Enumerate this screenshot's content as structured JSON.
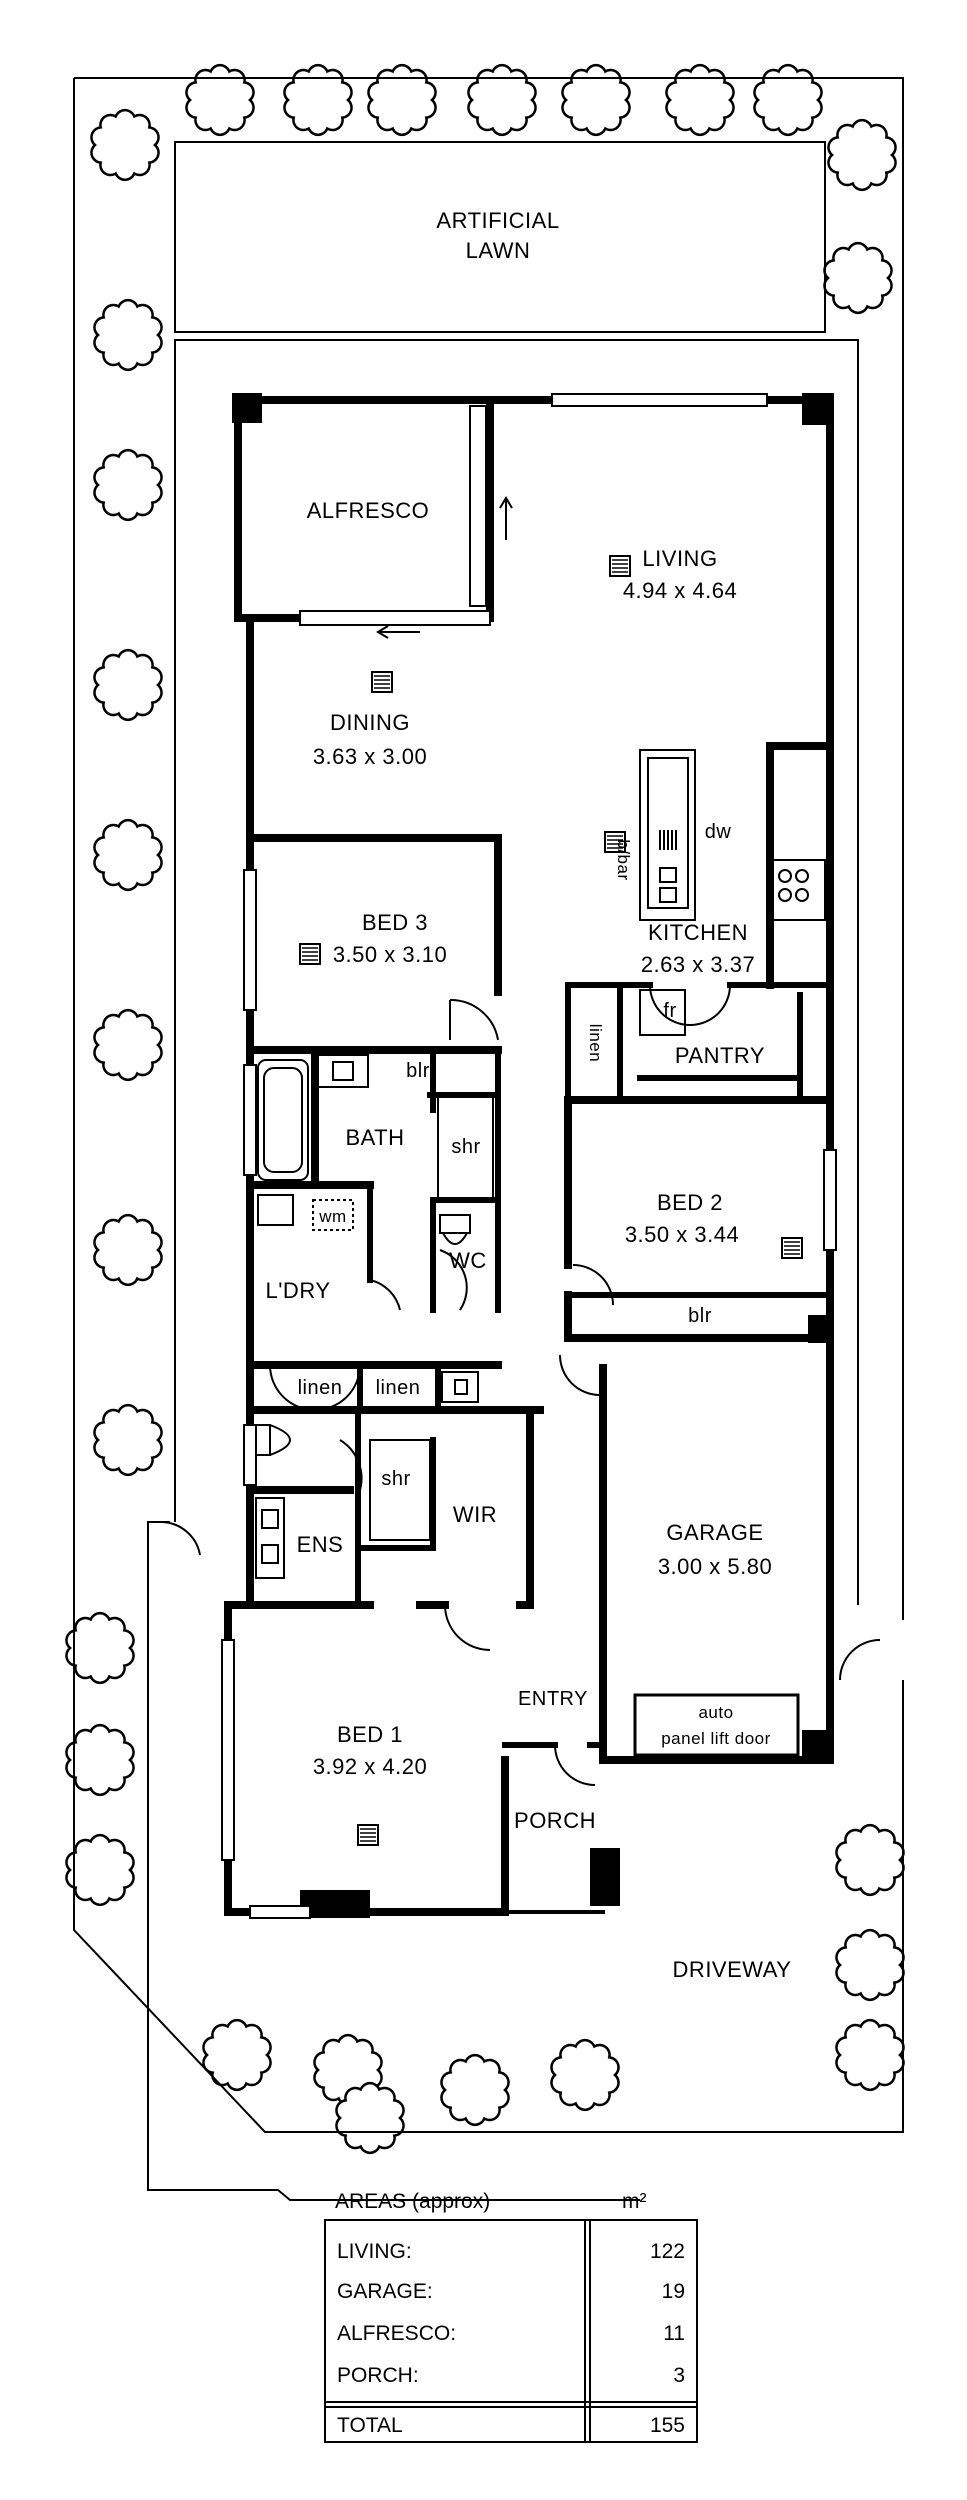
{
  "rooms": {
    "artificial_lawn": {
      "line1": "ARTIFICIAL",
      "line2": "LAWN"
    },
    "alfresco": "ALFRESCO",
    "living": {
      "name": "LIVING",
      "size": "4.94 x 4.64"
    },
    "dining": {
      "name": "DINING",
      "size": "3.63 x 3.00"
    },
    "kitchen": {
      "name": "KITCHEN",
      "size": "2.63 x 3.37"
    },
    "bed3": {
      "name": "BED 3",
      "size": "3.50 x 3.10"
    },
    "bed2": {
      "name": "BED 2",
      "size": "3.50 x 3.44"
    },
    "bed1": {
      "name": "BED 1",
      "size": "3.92 x 4.20"
    },
    "garage": {
      "name": "GARAGE",
      "size": "3.00 x 5.80"
    },
    "bath": "BATH",
    "wc": "WC",
    "ldry": "L'DRY",
    "ens": "ENS",
    "wir": "WIR",
    "pantry": "PANTRY",
    "entry": "ENTRY",
    "porch": "PORCH",
    "driveway": "DRIVEWAY"
  },
  "fixtures": {
    "dw": "dw",
    "bbar": "b/bar",
    "fr": "fr",
    "linen_kitchen": "linen",
    "linen_a": "linen",
    "linen_b": "linen",
    "shr_bath": "shr",
    "shr_ens": "shr",
    "blr_bath": "blr",
    "blr_bed2": "blr",
    "wm": "wm",
    "garage_door_line1": "auto",
    "garage_door_line2": "panel lift door"
  },
  "areas": {
    "title": "AREAS (approx)",
    "unit": "m²",
    "rows": [
      {
        "label": "LIVING:",
        "value": "122"
      },
      {
        "label": "GARAGE:",
        "value": "19"
      },
      {
        "label": "ALFRESCO:",
        "value": "11"
      },
      {
        "label": "PORCH:",
        "value": "3"
      }
    ],
    "total_label": "TOTAL",
    "total_value": "155"
  }
}
